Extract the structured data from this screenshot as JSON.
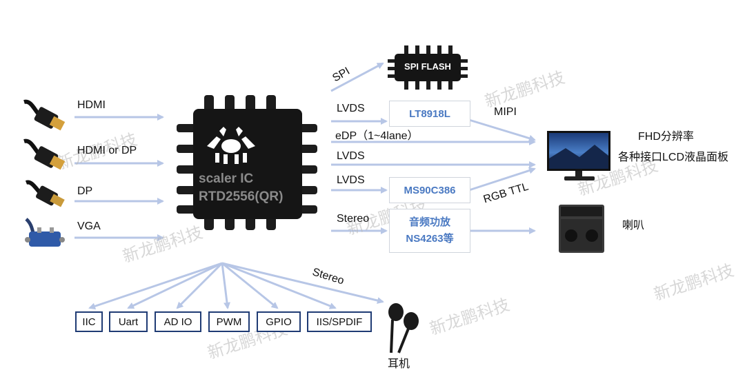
{
  "inputs": {
    "hdmi": "HDMI",
    "hdmi_dp": "HDMI  or DP",
    "dp": "DP",
    "vga": "VGA"
  },
  "chip": {
    "line1": "scaler IC",
    "line2": "RTD2556(QR)"
  },
  "flash": {
    "label": "SPI FLASH",
    "link": "SPI"
  },
  "outputs": {
    "lvds1": "LVDS",
    "lt_box": "LT8918L",
    "mipi": "MIPI",
    "edp": "eDP（1~4lane）",
    "lvds2": "LVDS",
    "lvds3": "LVDS",
    "ms_box": "MS90C386",
    "rgb": "RGB TTL",
    "stereo": "Stereo",
    "amp_line1": "音频功放",
    "amp_line2": "NS4263等"
  },
  "display": {
    "line1": "FHD分辨率",
    "line2": "各种接口LCD液晶面板"
  },
  "speaker": {
    "label": "喇叭"
  },
  "peripherals": [
    "IIC",
    "Uart",
    "AD IO",
    "PWM",
    "GPIO",
    "IIS/SPDIF"
  ],
  "headphone": {
    "stereo": "Stereo",
    "label": "耳机"
  },
  "watermark": "新龙鹏科技"
}
